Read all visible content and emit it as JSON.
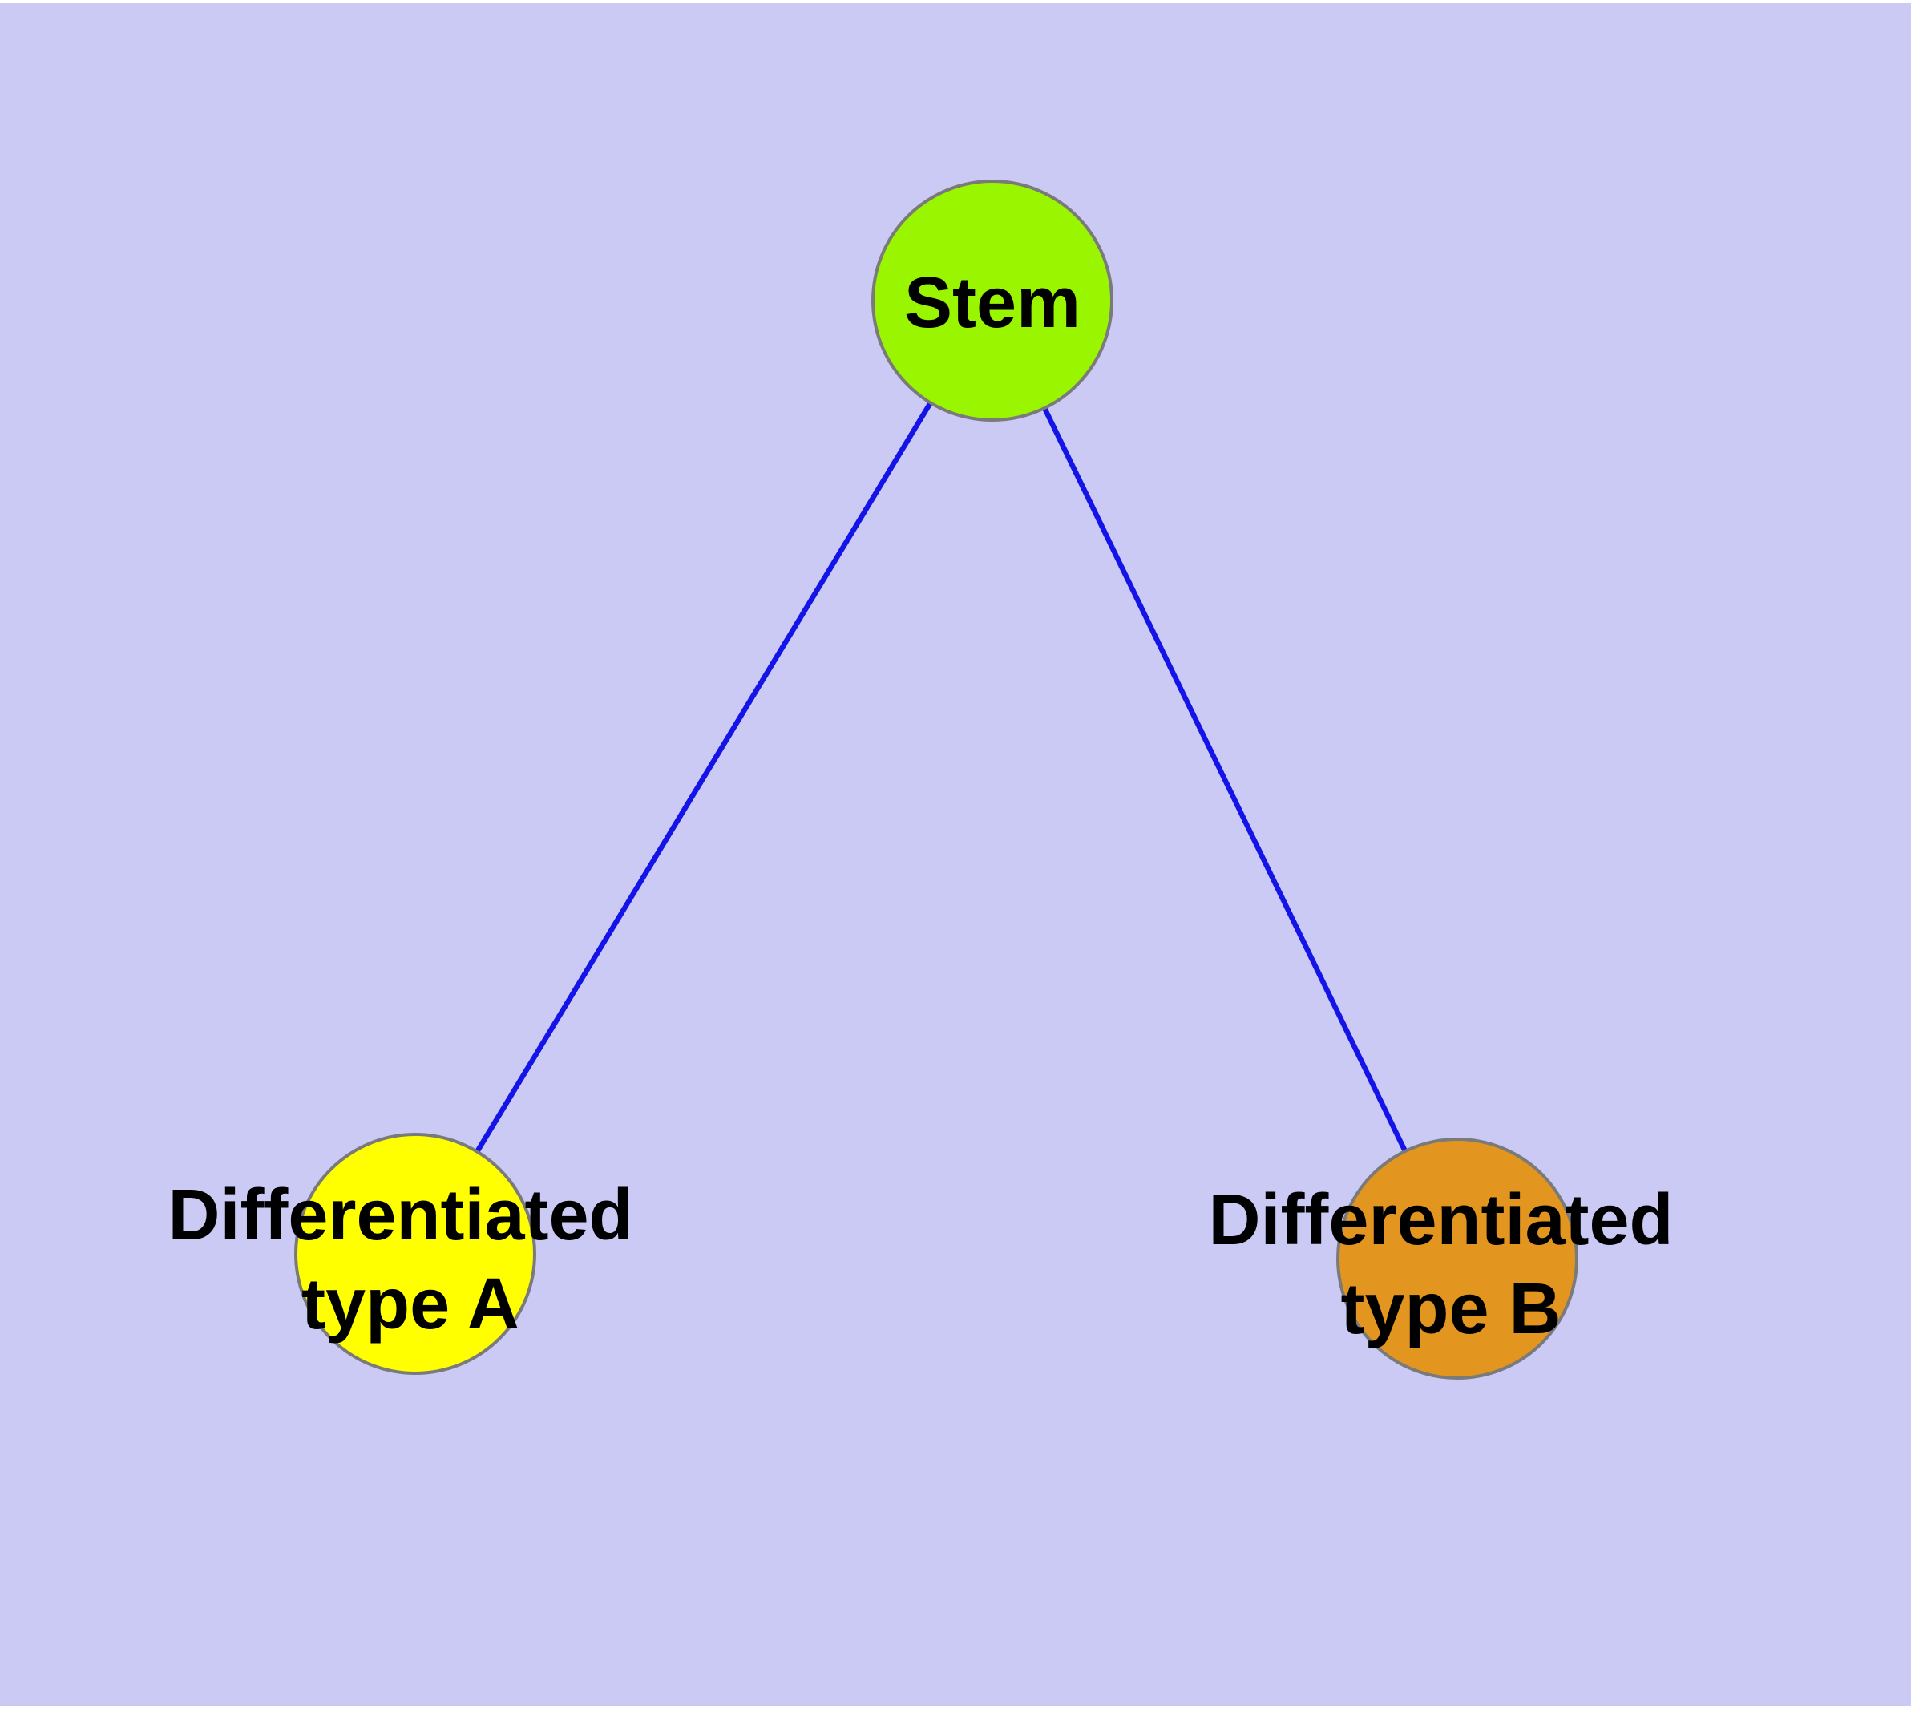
{
  "diagram": {
    "type": "graph",
    "description_visible_text_only": "Stem; Differentiated type A; Differentiated type B",
    "colors": {
      "page_margin": "#ffffff",
      "background": "#cacaf5",
      "edge": "#1414e8",
      "node_border": "#7a7a7a",
      "label": "#000000"
    },
    "nodes": {
      "stem": {
        "label": "Stem",
        "fill": "#9af500"
      },
      "type_a": {
        "label_line1": "Differentiated",
        "label_line2": "type A",
        "fill": "#ffff00"
      },
      "type_b": {
        "label_line1": "Differentiated",
        "label_line2": "type B",
        "fill": "#e2951f"
      }
    },
    "edges": [
      {
        "from": "stem",
        "to": "type_a"
      },
      {
        "from": "stem",
        "to": "type_b"
      }
    ]
  }
}
